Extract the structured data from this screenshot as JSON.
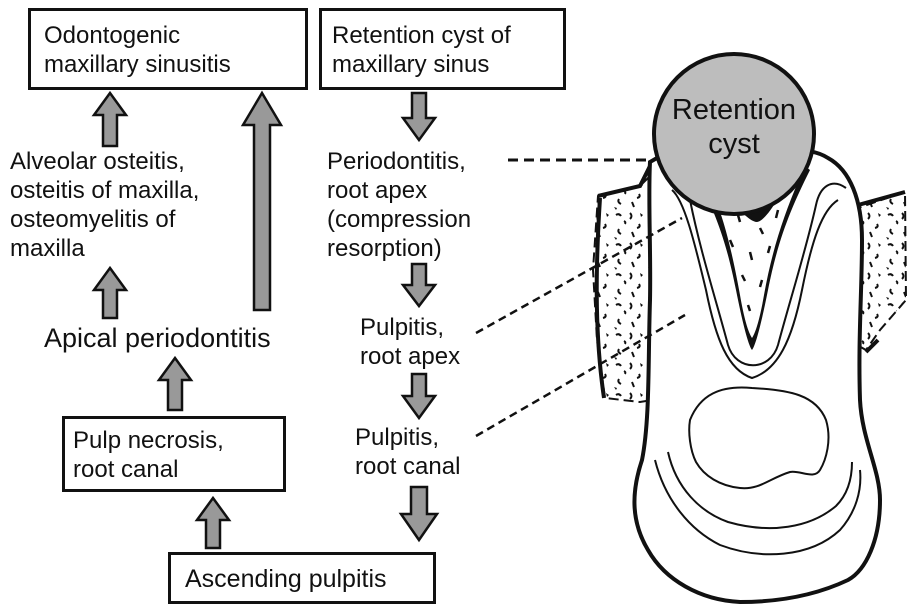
{
  "boxes": {
    "odontogenic_sinusitis": "Odontogenic\nmaxillary sinusitis",
    "retention_cyst_sinus": "Retention cyst of\nmaxillary sinus",
    "pulp_necrosis": "Pulp necrosis,\nroot canal",
    "ascending_pulpitis": "Ascending pulpitis"
  },
  "labels": {
    "alveolar_osteitis": "Alveolar osteitis,\nosteitis of maxilla,\nosteomyelitis of\nmaxilla",
    "apical_periodontitis": "Apical periodontitis",
    "periodontitis_root_apex": "Periodontitis,\nroot apex\n(compression\nresorption)",
    "pulpitis_root_apex": "Pulpitis,\nroot apex",
    "pulpitis_root_canal": "Pulpitis,\nroot canal",
    "retention_cyst": "Retention\ncyst"
  },
  "colors": {
    "arrow_fill": "#999999",
    "cyst_fill": "#bdbdbd",
    "line": "#111111"
  }
}
